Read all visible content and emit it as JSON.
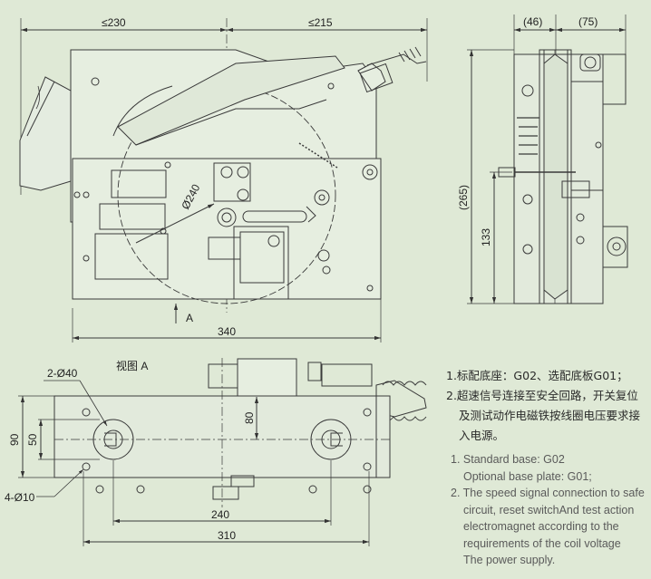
{
  "dimensions": {
    "top_width_left": "≤230",
    "top_width_right": "≤215",
    "wheel_diameter": "Ø240",
    "view_arrow_label": "A",
    "base_length": "340",
    "side_depth_1": "(46)",
    "side_depth_2": "(75)",
    "side_height_total": "(265)",
    "side_height_lower": "133",
    "view_title": "视图 A",
    "hole_large": "2-Ø40",
    "hole_small": "4-Ø10",
    "bottom_height_outer": "90",
    "bottom_height_inner": "50",
    "bottom_offset": "80",
    "hole_spacing": "240",
    "base_total_length": "310"
  },
  "notes_cn": {
    "line1": "1.标配底座：G02、选配底板G01；",
    "line2a": "2.超速信号连接至安全回路，开关复位",
    "line2b": "及测试动作电磁铁按线圈电压要求接",
    "line2c": "入电源。"
  },
  "notes_en": {
    "line1": "1. Standard base: G02",
    "line1b": "Optional base plate: G01;",
    "line2a": "2. The speed signal connection to safe",
    "line2b": "circuit, reset switchAnd test action",
    "line2c": "electromagnet according to the",
    "line2d": "requirements of the coil voltage",
    "line2e": "The power supply."
  },
  "colors": {
    "background": "#dfe9d6",
    "line": "#3a3a3a"
  }
}
